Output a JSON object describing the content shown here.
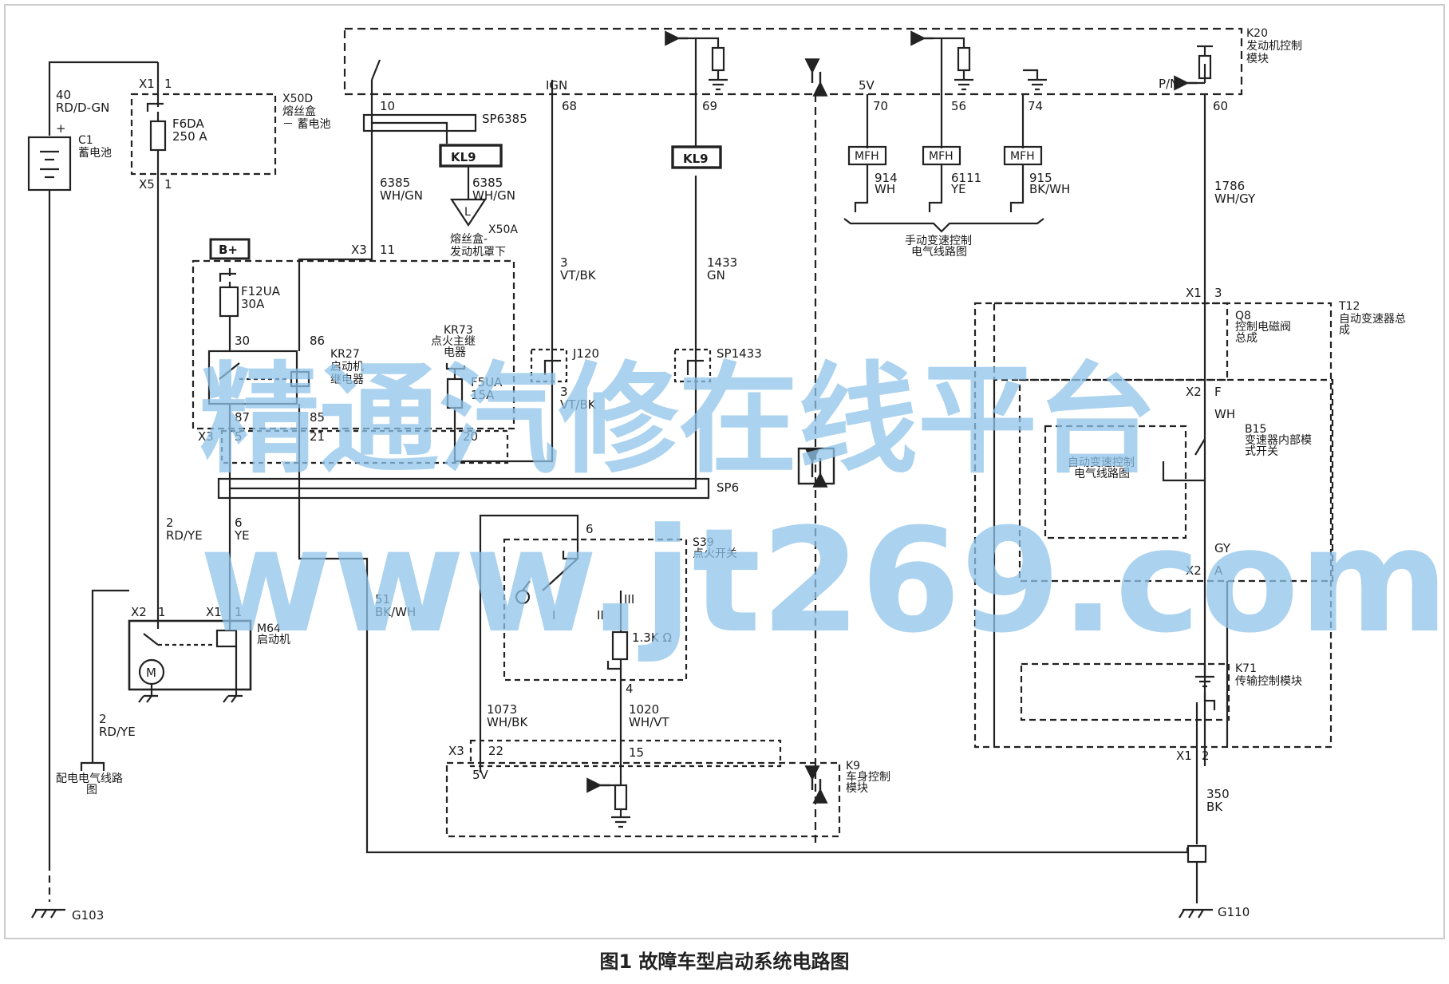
{
  "caption": "图1 故障车型启动系统电路图",
  "watermark": {
    "line1": "精通汽修在线平台",
    "line2": "www.jt269.com"
  },
  "labels": {
    "w40": "40",
    "w40c": "RD/D-GN",
    "c1": "C1",
    "c1d": "蓄电池",
    "plus": "+",
    "x1a": "X1",
    "x1a_pin": "1",
    "f6da": "F6DA",
    "f6da_a": "250 A",
    "x50d": "X50D",
    "x50d_d1": "熔丝盒",
    "x50d_d2": "－ 蓄电池",
    "x5": "X5",
    "x5_pin": "1",
    "bplus": "B+",
    "x3a": "X3",
    "x3a_pin": "11",
    "f12ua": "F12UA",
    "f12ua_a": "30A",
    "p30": "30",
    "p86": "86",
    "p87": "87",
    "p85": "85",
    "kr27": "KR27",
    "kr27_d1": "启动机",
    "kr27_d2": "继电器",
    "kr73": "KR73",
    "kr73_d1": "点火主继",
    "kr73_d2": "电器",
    "f5ua": "F5UA",
    "f5ua_a": "15A",
    "x3b": "X3",
    "x3b_p5": "5",
    "x3b_p21": "21",
    "x3b_p20": "20",
    "p10": "10",
    "sp6385": "SP6385",
    "kl9a": "KL9",
    "w6385a": "6385",
    "w6385ac": "WH/GN",
    "w6385b": "6385",
    "w6385bc": "WH/GN",
    "l": "L",
    "x50a": "X50A",
    "x50a_d1": "熔丝盒-",
    "x50a_d2": "发动机罩下",
    "ign": "IGN",
    "p68": "68",
    "w3a": "3",
    "w3ac": "VT/BK",
    "j120": "J120",
    "w3b": "3",
    "w3bc": "VT/BK",
    "p69": "69",
    "kl9b": "KL9",
    "w1433": "1433",
    "w1433c": "GN",
    "sp1433": "SP1433",
    "sp6": "SP6",
    "v5": "5V",
    "p70": "70",
    "p56": "56",
    "p74": "74",
    "mfh1": "MFH",
    "mfh2": "MFH",
    "mfh3": "MFH",
    "w914": "914",
    "w914c": "WH",
    "w6111": "6111",
    "w6111c": "YE",
    "w915": "915",
    "w915c": "BK/WH",
    "man_d1": "手动变速控制",
    "man_d2": "电气线路图",
    "k20": "K20",
    "k20_d1": "发动机控制",
    "k20_d2": "模块",
    "pn": "P/N",
    "p60": "60",
    "w1786": "1786",
    "w1786c": "WH/GY",
    "x1b": "X1",
    "x1b_pin": "3",
    "q8": "Q8",
    "q8_d1": "控制电磁阀",
    "q8_d2": "总成",
    "t12": "T12",
    "t12_d1": "自动变速器总",
    "t12_d2": "成",
    "x2a": "X2",
    "x2a_pin": "F",
    "wh": "WH",
    "b15": "B15",
    "b15_d1": "变速器内部模",
    "b15_d2": "式开关",
    "auto_d1": "自动变速控制",
    "auto_d2": "电气线路图",
    "gy": "GY",
    "x2b": "X2",
    "x2b_pin": "A",
    "k71": "K71",
    "k71_d1": "传输控制模块",
    "x1c": "X1",
    "x1c_pin": "2",
    "w350": "350",
    "w350c": "BK",
    "g110": "G110",
    "g103": "G103",
    "w2a": "2",
    "w2ac": "RD/YE",
    "w6": "6",
    "w6c": "YE",
    "x2c": "X2",
    "x2c_pin": "1",
    "x1d": "X1",
    "x1d_pin": "1",
    "m64": "M64",
    "m64_d": "启动机",
    "m": "M",
    "w2b": "2",
    "w2bc": "RD/YE",
    "dist_d1": "配电电气线路",
    "dist_d2": "图",
    "w51": "51",
    "w51c": "BK/WH",
    "s39": "S39",
    "s39_d": "点火开关",
    "p6": "6",
    "ri": "I",
    "rii": "II",
    "riii": "III",
    "res": "1.3K Ω",
    "p4": "4",
    "w1073": "1073",
    "w1073c": "WH/BK",
    "w1020": "1020",
    "w1020c": "WH/VT",
    "x3c": "X3",
    "p22": "22",
    "p15": "15",
    "v5b": "5V",
    "k9": "K9",
    "k9_d1": "车身控制",
    "k9_d2": "模块"
  }
}
